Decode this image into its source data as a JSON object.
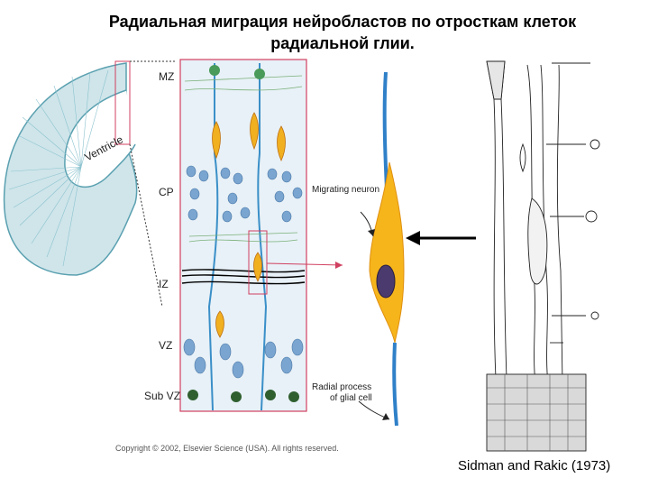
{
  "title_line1": "Радиальная миграция нейробластов по отросткам клеток",
  "title_line2": "радиальной глии.",
  "ventricle_label": "Ventricle",
  "layers": [
    "MZ",
    "CP",
    "IZ",
    "VZ",
    "Sub VZ"
  ],
  "annotations": {
    "migrating_neuron": "Migrating neuron",
    "radial_process_line1": "Radial process",
    "radial_process_line2": "of glial cell"
  },
  "copyright": "Copyright © 2002, Elsevier Science (USA). All rights reserved.",
  "credit": "Sidman and Rakic (1973)"
}
